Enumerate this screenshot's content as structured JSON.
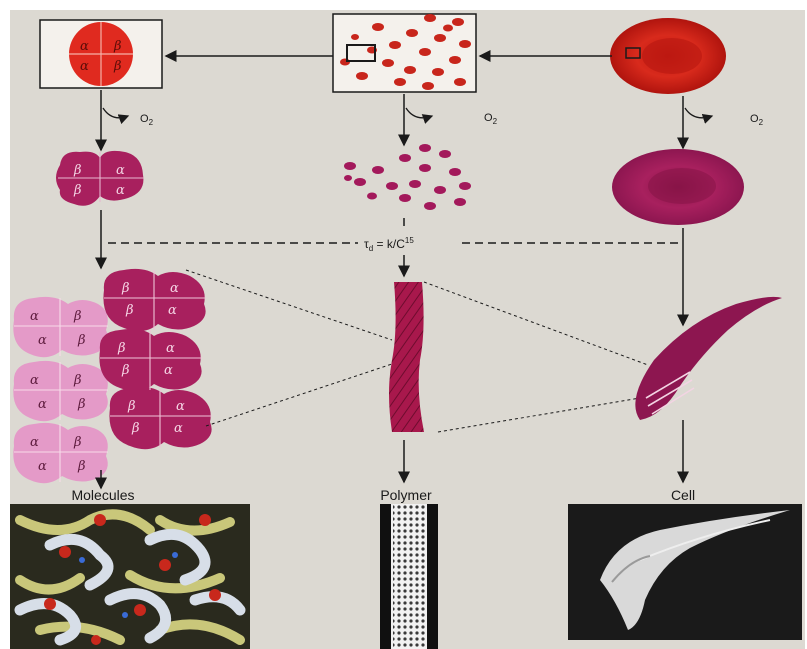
{
  "labels": {
    "molecules": "Molecules",
    "polymer": "Polymer",
    "cell": "Cell"
  },
  "oxygen_label": "O",
  "oxygen_subscript": "2",
  "delay_equation": {
    "tau": "τ",
    "sub": "d",
    "rest": " = k/C",
    "exp": "15"
  },
  "subunits": {
    "alpha": "α",
    "beta": "β"
  },
  "colors": {
    "oxy_red": "#d9261c",
    "deoxy_magenta": "#a3195b",
    "light_pink": "#e49ac8",
    "polymer": "#a8184c"
  }
}
